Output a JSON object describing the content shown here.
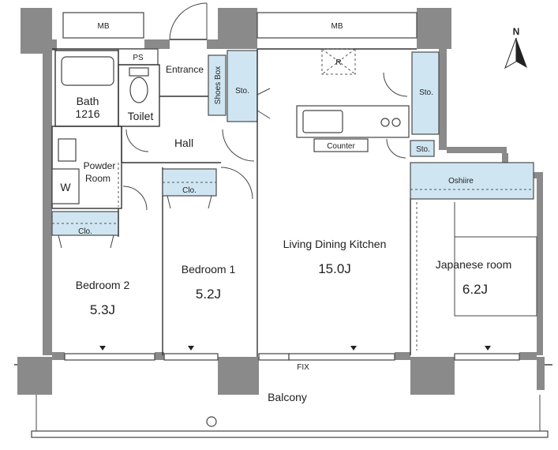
{
  "compass": {
    "label": "N"
  },
  "meter_boxes": {
    "left": "MB",
    "right": "MB"
  },
  "utility": {
    "ps": "PS",
    "r": "R"
  },
  "rooms": {
    "entrance": "Entrance",
    "shoes_box": "Shoes Box",
    "storage_labels": [
      "Sto.",
      "Sto.",
      "Sto."
    ],
    "bath_line1": "Bath",
    "bath_line2": "1216",
    "toilet": "Toilet",
    "hall": "Hall",
    "powder_line1": "Powder",
    "powder_line2": "Room",
    "washer": "W",
    "closet_labels": [
      "Clo.",
      "Clo."
    ],
    "counter": "Counter",
    "oshiire": "Oshiire",
    "ldk_name": "Living Dining Kitchen",
    "ldk_size": "15.0J",
    "japanese_name": "Japanese room",
    "japanese_size": "6.2J",
    "bedroom1_name": "Bedroom 1",
    "bedroom1_size": "5.2J",
    "bedroom2_name": "Bedroom 2",
    "bedroom2_size": "5.3J",
    "fix": "FIX",
    "balcony": "Balcony"
  },
  "colors": {
    "wall": "#8a8a8a",
    "storage": "#cfe6f2",
    "line": "#333333"
  }
}
